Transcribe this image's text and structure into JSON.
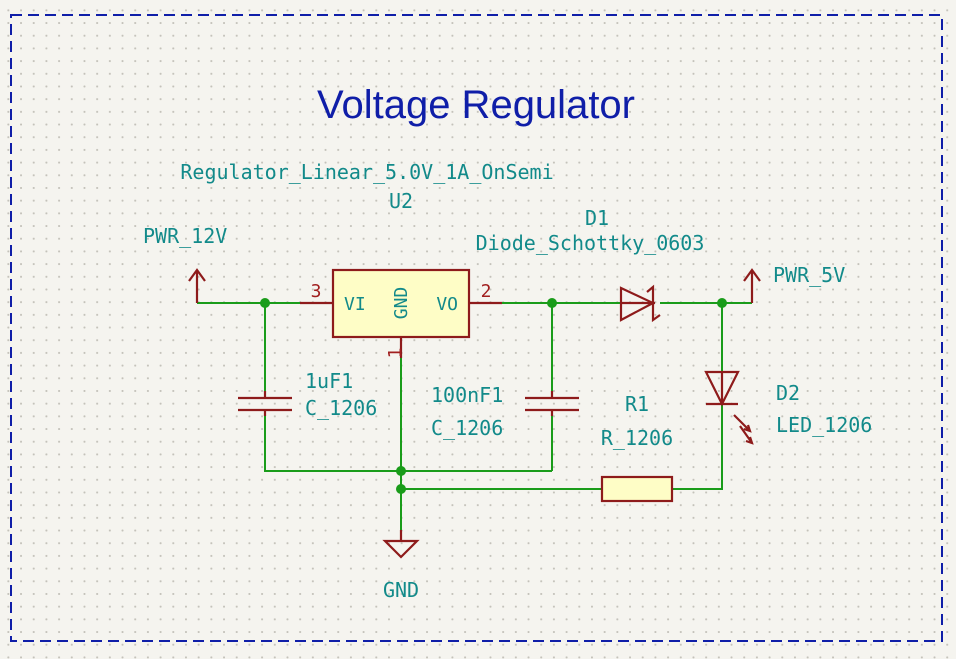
{
  "sheet": {
    "title": "Voltage Regulator"
  },
  "colors": {
    "background": "#f5f4ef",
    "wire": "#1a9c1a",
    "symbol": "#8e1b1b",
    "symbol_fill": "#fefdc6",
    "text": "#128a8a",
    "pin_number": "#a11f1f",
    "frame_and_title": "#0f1ea8"
  },
  "power_ports": {
    "pwr_12v": "PWR_12V",
    "pwr_5v": "PWR_5V",
    "gnd": "GND"
  },
  "components": {
    "u2": {
      "reference": "U2",
      "value": "Regulator_Linear_5.0V_1A_OnSemi",
      "pins": {
        "vi": {
          "name": "VI",
          "number": "3"
        },
        "gnd": {
          "name": "GND",
          "number": "1"
        },
        "vo": {
          "name": "VO",
          "number": "2"
        }
      }
    },
    "d1": {
      "reference": "D1",
      "value": "Diode_Schottky_0603"
    },
    "d2": {
      "reference": "D2",
      "value": "LED_1206"
    },
    "c_in": {
      "reference": "1uF1",
      "value": "C_1206"
    },
    "c_out": {
      "reference": "100nF1",
      "value": "C_1206"
    },
    "r1": {
      "reference": "R1",
      "value": "R_1206"
    }
  }
}
